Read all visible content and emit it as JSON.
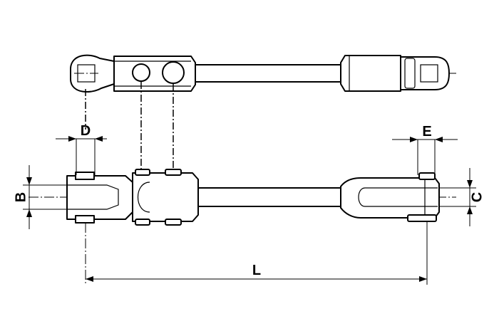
{
  "dimensions": {
    "length_label": "L",
    "pin_diameter_label": "D",
    "jaw_width_label": "B",
    "jaw_gap_label": "C",
    "end_pin_label": "E"
  }
}
